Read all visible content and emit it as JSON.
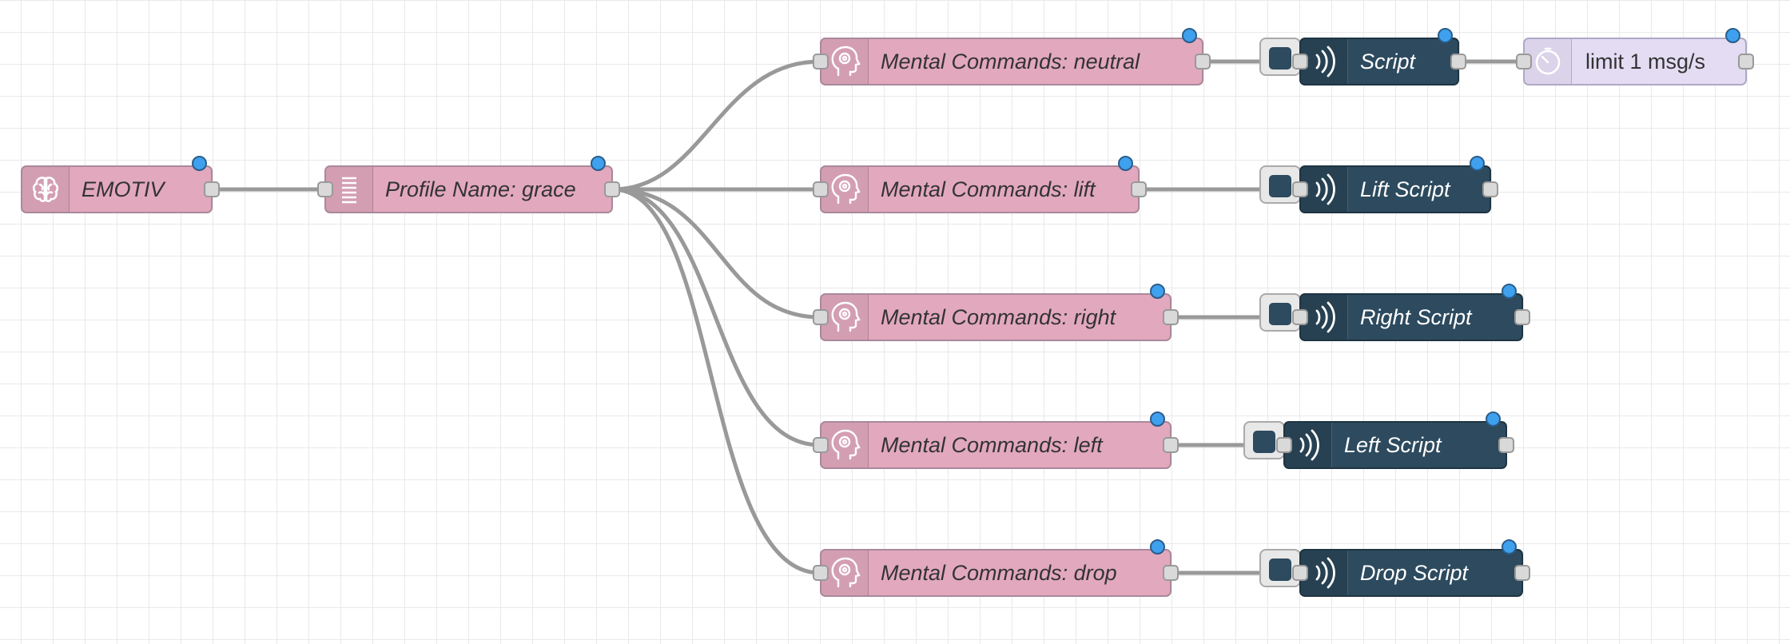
{
  "canvas": {
    "wire_color": "#999999",
    "accent_status": "#3fa0ee"
  },
  "nodes": {
    "emotiv": {
      "label": "EMOTIV",
      "icon": "brain-icon",
      "color": "#e2a8be"
    },
    "profile": {
      "label": "Profile Name: grace",
      "icon": "list-lines-icon",
      "color": "#e2a8be"
    },
    "mc_neutral": {
      "label": "Mental Commands: neutral",
      "icon": "head-gear-icon"
    },
    "mc_lift": {
      "label": "Mental Commands: lift",
      "icon": "head-gear-icon"
    },
    "mc_right": {
      "label": "Mental Commands: right",
      "icon": "head-gear-icon"
    },
    "mc_left": {
      "label": "Mental Commands: left",
      "icon": "head-gear-icon"
    },
    "mc_drop": {
      "label": "Mental Commands: drop",
      "icon": "head-gear-icon"
    },
    "script": {
      "label": "Script",
      "icon": "broadcast-icon",
      "color": "#2d4a5e"
    },
    "lift_script": {
      "label": "Lift Script",
      "icon": "broadcast-icon"
    },
    "right_script": {
      "label": "Right Script",
      "icon": "broadcast-icon"
    },
    "left_script": {
      "label": "Left Script",
      "icon": "broadcast-icon"
    },
    "drop_script": {
      "label": "Drop Script",
      "icon": "broadcast-icon"
    },
    "limit": {
      "label": "limit 1 msg/s",
      "icon": "timer-icon",
      "color": "#e3dcf3"
    }
  }
}
